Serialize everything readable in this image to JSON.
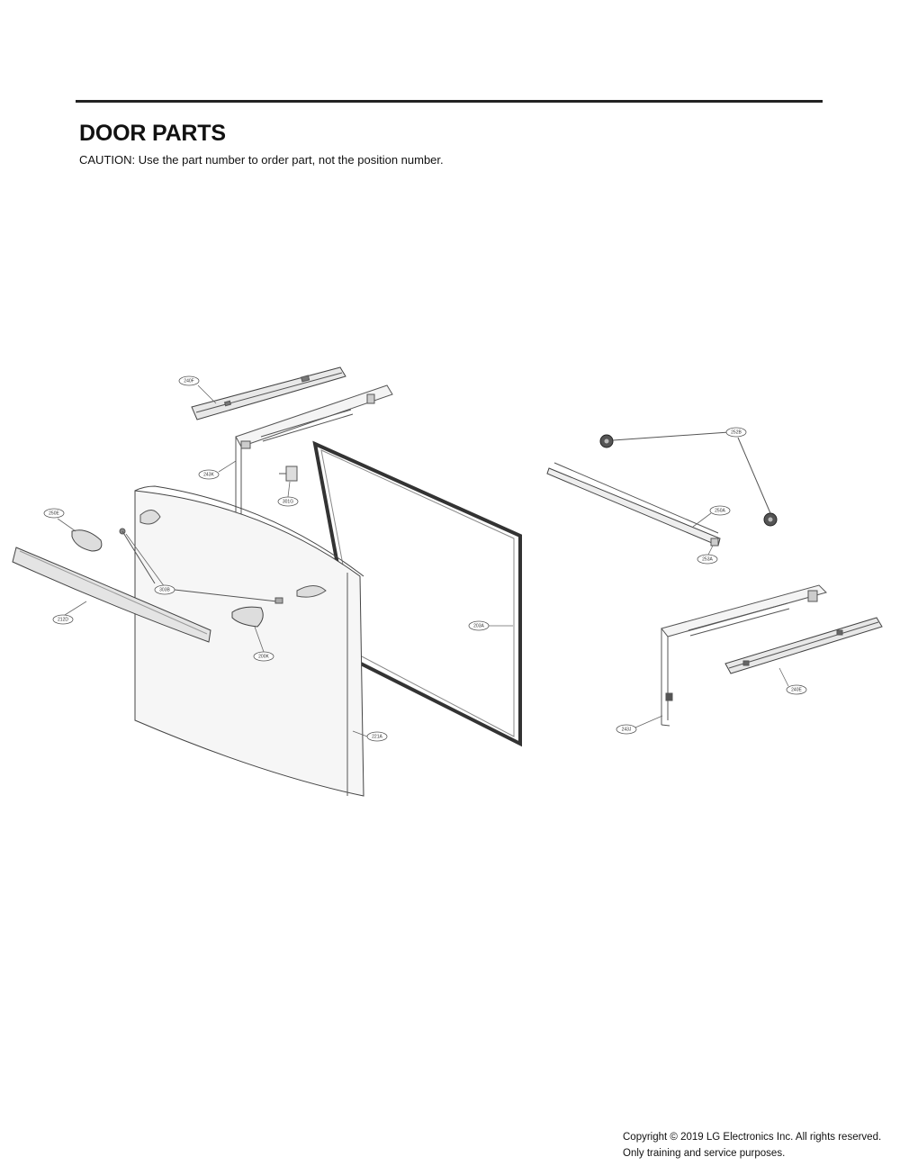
{
  "header": {
    "title": "DOOR PARTS",
    "caution": "CAUTION: Use the part number to order part, not the position number."
  },
  "callouts": [
    {
      "id": "c-240f",
      "label": "240F"
    },
    {
      "id": "c-243k",
      "label": "243K"
    },
    {
      "id": "c-301g",
      "label": "301G"
    },
    {
      "id": "c-250e",
      "label": "250E"
    },
    {
      "id": "c-303b",
      "label": "303B"
    },
    {
      "id": "c-212d",
      "label": "212D"
    },
    {
      "id": "c-200k",
      "label": "200K"
    },
    {
      "id": "c-203a",
      "label": "203A"
    },
    {
      "id": "c-221a",
      "label": "221A"
    },
    {
      "id": "c-252b",
      "label": "252B"
    },
    {
      "id": "c-250a",
      "label": "250A"
    },
    {
      "id": "c-253a",
      "label": "253A"
    },
    {
      "id": "c-240e",
      "label": "240E"
    },
    {
      "id": "c-243j",
      "label": "243J"
    }
  ],
  "footer": {
    "copyright": "Copyright © 2019  LG Electronics Inc. All rights reserved. Only training and service purposes."
  }
}
